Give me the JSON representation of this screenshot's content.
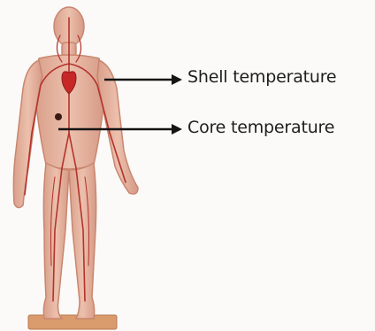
{
  "diagram": {
    "labels": {
      "shell": "Shell temperature",
      "core": "Core temperature"
    },
    "colors": {
      "skin": "#e7b49f",
      "skin_shadow": "#c9866f",
      "vessels": "#b3332b",
      "heart": "#c62828",
      "arrow": "#141414",
      "base": "#d99a6c"
    },
    "icons": {
      "shell_arrow": "right-arrow",
      "core_arrow": "right-arrow"
    }
  }
}
